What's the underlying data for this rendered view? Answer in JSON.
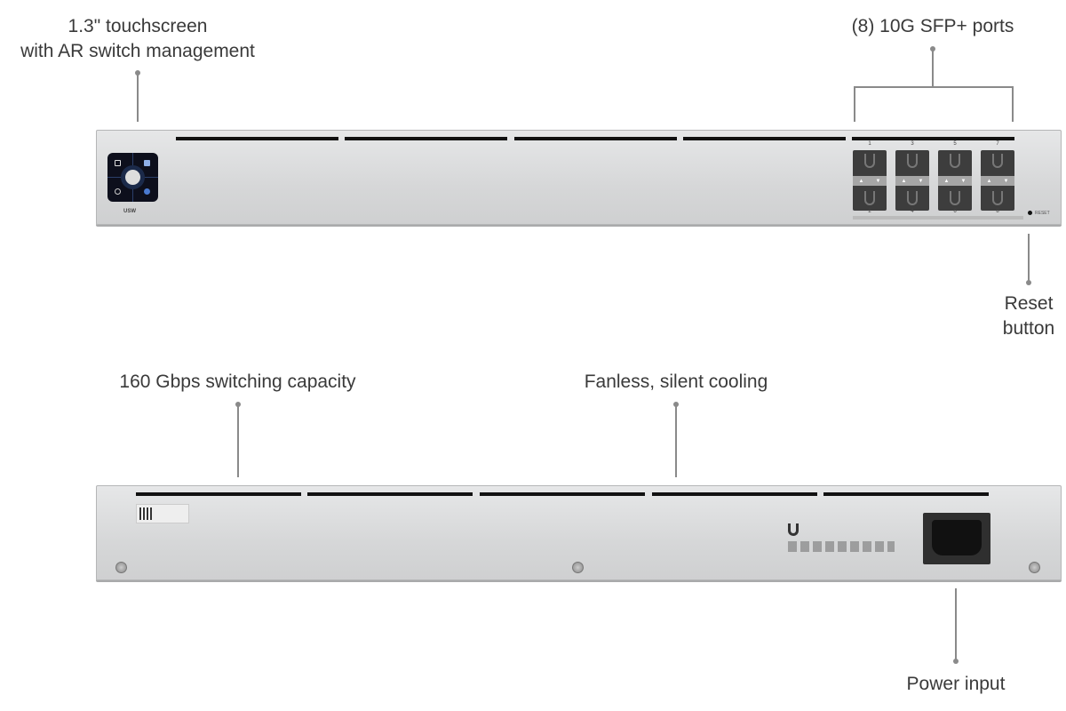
{
  "callouts": {
    "touchscreen": "1.3\" touchscreen\nwith AR switch management",
    "touchscreen_line1": "1.3\" touchscreen",
    "touchscreen_line2": "with AR switch management",
    "sfp_ports": "(8) 10G SFP+ ports",
    "reset_line1": "Reset",
    "reset_line2": "button",
    "switching_capacity": "160 Gbps switching capacity",
    "cooling": "Fanless, silent cooling",
    "power_input": "Power input"
  },
  "front_panel": {
    "brand_label": "USW",
    "port_numbers_top": [
      "1",
      "3",
      "5",
      "7"
    ],
    "port_numbers_bottom": [
      "2",
      "4",
      "6",
      "8"
    ],
    "reset_label": "RESET"
  },
  "colors": {
    "accent": "#8a8a8a",
    "chassis": "#dcdddd",
    "port": "#3d3d3d"
  }
}
